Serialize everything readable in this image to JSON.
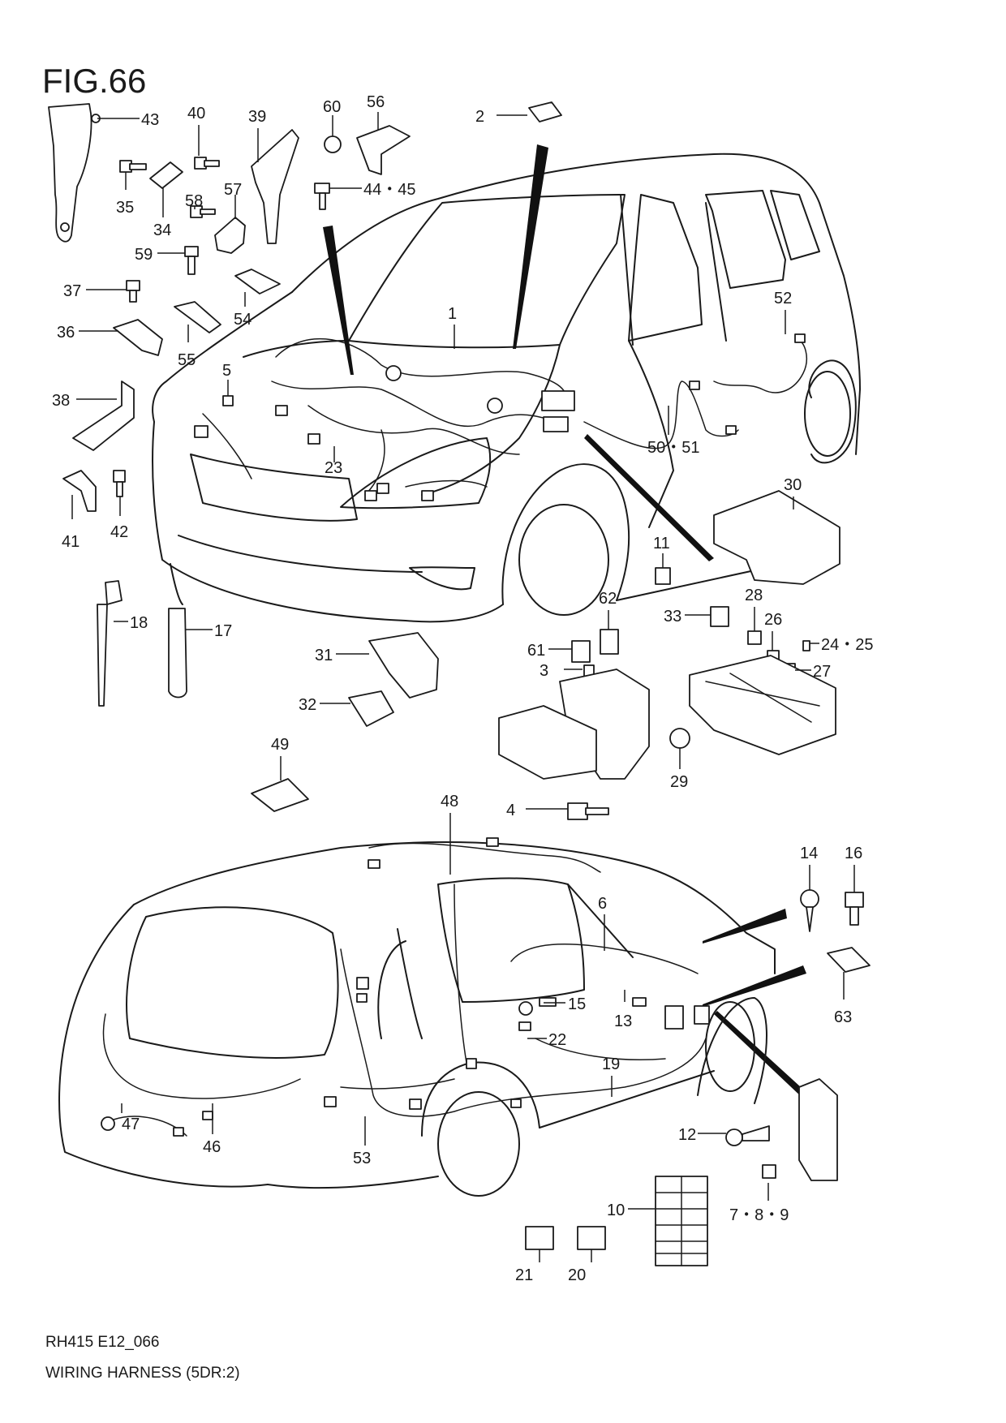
{
  "figure": {
    "title": "FIG.66",
    "code": "RH415 E12_066",
    "caption": "WIRING HARNESS (5DR:2)"
  },
  "callouts": [
    {
      "id": "1",
      "label": "1"
    },
    {
      "id": "2",
      "label": "2"
    },
    {
      "id": "3",
      "label": "3"
    },
    {
      "id": "4",
      "label": "4"
    },
    {
      "id": "5",
      "label": "5"
    },
    {
      "id": "6",
      "label": "6"
    },
    {
      "id": "7-8-9",
      "label": "7・8・9"
    },
    {
      "id": "10",
      "label": "10"
    },
    {
      "id": "11",
      "label": "11"
    },
    {
      "id": "12",
      "label": "12"
    },
    {
      "id": "13",
      "label": "13"
    },
    {
      "id": "14",
      "label": "14"
    },
    {
      "id": "15",
      "label": "15"
    },
    {
      "id": "16",
      "label": "16"
    },
    {
      "id": "17",
      "label": "17"
    },
    {
      "id": "18",
      "label": "18"
    },
    {
      "id": "19",
      "label": "19"
    },
    {
      "id": "20",
      "label": "20"
    },
    {
      "id": "21",
      "label": "21"
    },
    {
      "id": "22",
      "label": "22"
    },
    {
      "id": "23",
      "label": "23"
    },
    {
      "id": "24-25",
      "label": "24・25"
    },
    {
      "id": "26",
      "label": "26"
    },
    {
      "id": "27",
      "label": "27"
    },
    {
      "id": "28",
      "label": "28"
    },
    {
      "id": "29",
      "label": "29"
    },
    {
      "id": "30",
      "label": "30"
    },
    {
      "id": "31",
      "label": "31"
    },
    {
      "id": "32",
      "label": "32"
    },
    {
      "id": "33",
      "label": "33"
    },
    {
      "id": "34",
      "label": "34"
    },
    {
      "id": "35",
      "label": "35"
    },
    {
      "id": "36",
      "label": "36"
    },
    {
      "id": "37",
      "label": "37"
    },
    {
      "id": "38",
      "label": "38"
    },
    {
      "id": "39",
      "label": "39"
    },
    {
      "id": "40",
      "label": "40"
    },
    {
      "id": "41",
      "label": "41"
    },
    {
      "id": "42",
      "label": "42"
    },
    {
      "id": "43",
      "label": "43"
    },
    {
      "id": "44-45",
      "label": "44・45"
    },
    {
      "id": "46",
      "label": "46"
    },
    {
      "id": "47",
      "label": "47"
    },
    {
      "id": "48",
      "label": "48"
    },
    {
      "id": "49",
      "label": "49"
    },
    {
      "id": "50-51",
      "label": "50・51"
    },
    {
      "id": "52",
      "label": "52"
    },
    {
      "id": "53",
      "label": "53"
    },
    {
      "id": "54",
      "label": "54"
    },
    {
      "id": "55",
      "label": "55"
    },
    {
      "id": "56",
      "label": "56"
    },
    {
      "id": "57",
      "label": "57"
    },
    {
      "id": "58",
      "label": "58"
    },
    {
      "id": "59",
      "label": "59"
    },
    {
      "id": "60",
      "label": "60"
    },
    {
      "id": "61",
      "label": "61"
    },
    {
      "id": "62",
      "label": "62"
    },
    {
      "id": "63",
      "label": "63"
    }
  ]
}
